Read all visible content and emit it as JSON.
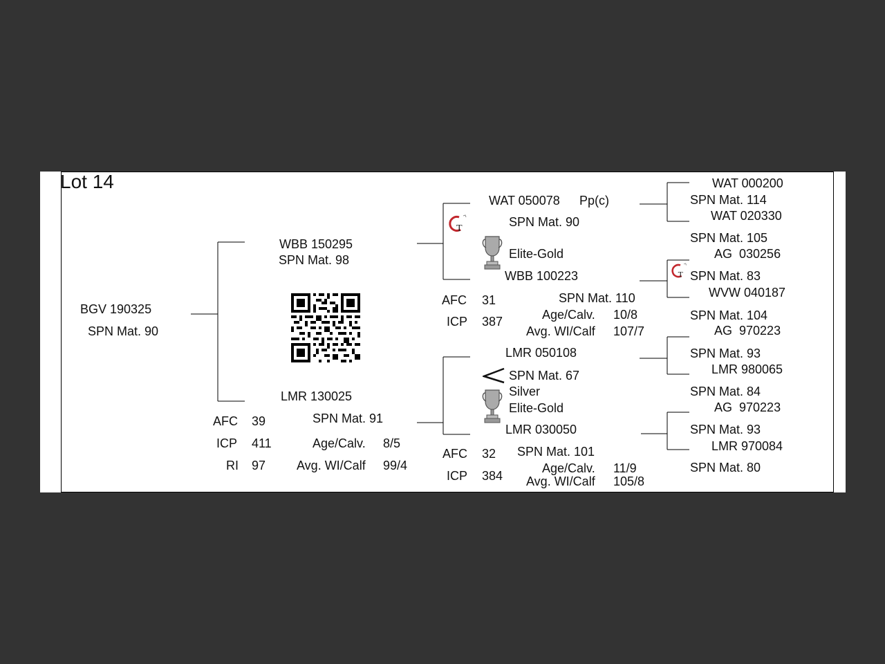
{
  "lot": {
    "title": "Lot 14"
  },
  "animal": {
    "id": "BGV 190325",
    "spn": "SPN Mat. 90"
  },
  "sire": {
    "id": "WBB 150295",
    "spn": "SPN Mat. 98",
    "stats": {
      "afc_label": "AFC",
      "afc": "39",
      "icp_label": "ICP",
      "icp": "411",
      "ri_label": "RI",
      "ri": "97",
      "age_label": "Age/Calv.",
      "age": "8/5",
      "wi_label": "Avg. WI/Calf",
      "wi": "99/4"
    }
  },
  "dam": {
    "id": "LMR 130025",
    "spn": "SPN Mat. 91"
  },
  "sire_sire": {
    "id": "WAT 050078",
    "tag": "Pp(c)",
    "spn": "SPN Mat. 90",
    "award": "Elite-Gold"
  },
  "sire_dam": {
    "id": "WBB 100223",
    "spn": "SPN Mat. 110",
    "stats": {
      "afc_label": "AFC",
      "afc": "31",
      "icp_label": "ICP",
      "icp": "387",
      "age_label": "Age/Calv.",
      "age": "10/8",
      "wi_label": "Avg. WI/Calf",
      "wi": "107/7"
    }
  },
  "dam_sire": {
    "id": "LMR 050108",
    "spn": "SPN Mat. 67",
    "award1": "Silver",
    "award2": "Elite-Gold"
  },
  "dam_dam": {
    "id": "LMR 030050",
    "spn": "SPN Mat. 101",
    "stats": {
      "afc_label": "AFC",
      "afc": "32",
      "icp_label": "ICP",
      "icp": "384",
      "age_label": "Age/Calv.",
      "age": "11/9",
      "wi_label": "Avg. WI/Calf",
      "wi": "105/8"
    }
  },
  "gen3": [
    {
      "id": "WAT 000200",
      "spn": "SPN Mat. 114"
    },
    {
      "id": "WAT 020330",
      "spn": "SPN Mat. 105"
    },
    {
      "id": "AG  030256",
      "spn": "SPN Mat. 83"
    },
    {
      "id": "WVW 040187",
      "spn": "SPN Mat. 104"
    },
    {
      "id": "AG  970223",
      "spn": "SPN Mat. 93"
    },
    {
      "id": "LMR 980065",
      "spn": "SPN Mat. 84"
    },
    {
      "id": "AG  970223",
      "spn": "SPN Mat. 93"
    },
    {
      "id": "LMR 970084",
      "spn": "SPN Mat. 80"
    }
  ],
  "icons": {
    "qr": "qr-code-icon",
    "gt": "gt-logo-icon",
    "trophy": "trophy-icon",
    "angle": "less-than-icon"
  }
}
